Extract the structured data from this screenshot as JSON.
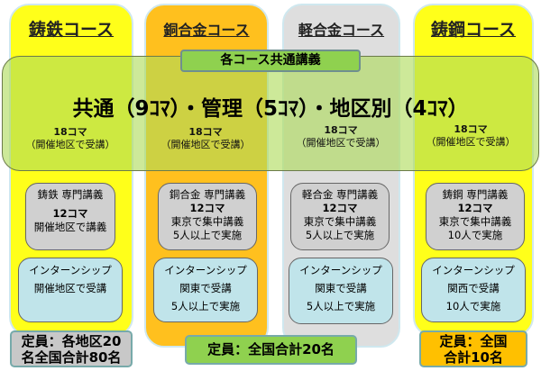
{
  "courses": [
    {
      "title": "鋳鉄コース",
      "common_koma": "18コマ",
      "common_note": "（開催地区で受講）",
      "spec_title": "鋳鉄 専門講義",
      "spec_koma": "12コマ",
      "spec_lines": [
        "開催地区で講義"
      ],
      "intern_title": "インターンシップ",
      "intern_lines": [
        "開催地区で受講"
      ]
    },
    {
      "title": "銅合金コース",
      "common_koma": "18コマ",
      "common_note": "（開催地区で受講）",
      "spec_title": "銅合金 専門講義",
      "spec_koma": "12コマ",
      "spec_lines": [
        "東京で集中講義",
        "5人以上で実施"
      ],
      "intern_title": "インターンシップ",
      "intern_lines": [
        "関東で受講",
        "5人以上で実施"
      ]
    },
    {
      "title": "軽合金コース",
      "common_koma": "18コマ",
      "common_note": "（開催地区で受講）",
      "spec_title": "軽合金 専門講義",
      "spec_koma": "12コマ",
      "spec_lines": [
        "東京で集中講義",
        "5人以上で実施"
      ],
      "intern_title": "インターンシップ",
      "intern_lines": [
        "関東で受講",
        "5人以上で実施"
      ]
    },
    {
      "title": "鋳鋼コース",
      "common_koma": "18コマ",
      "common_note": "（開催地区で受講）",
      "spec_title": "鋳鋼 専門講義",
      "spec_koma": "12コマ",
      "spec_lines": [
        "東京で集中講義",
        "10人で実施"
      ],
      "intern_title": "インターンシップ",
      "intern_lines": [
        "関西で受講",
        "10人で実施"
      ]
    }
  ],
  "common": {
    "label": "各コース共通講義",
    "headline": "共通（9ｺﾏ）・管理（5ｺﾏ）・地区別（4ｺﾏ）"
  },
  "capacity": {
    "cast_iron": [
      "定員：各地区20",
      "名全国合計80名"
    ],
    "alloys": "定員：全国合計20名",
    "cast_steel": [
      "定員：全国",
      "合計10名"
    ]
  },
  "colors": {
    "yellow": "#ffff1a",
    "orange": "#ffc01e",
    "gray": "#dedede",
    "green": "#8fd14f"
  }
}
